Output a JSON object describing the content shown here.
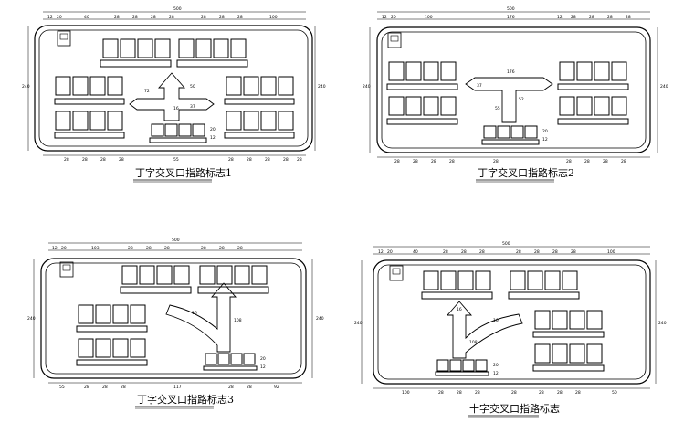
{
  "panels": [
    {
      "caption": "丁字交叉口指路标志1",
      "top_total": "500",
      "top_dims": [
        "12",
        "20",
        "40",
        "28",
        "28",
        "28",
        "28",
        "28",
        "28",
        "28",
        "100"
      ],
      "bottom_dims": [
        "28",
        "28",
        "28",
        "28",
        "55",
        "28",
        "28",
        "28",
        "28",
        "28"
      ],
      "side_total": "240",
      "inner_dims": [
        "72",
        "50",
        "37",
        "16",
        "20",
        "12"
      ]
    },
    {
      "caption": "丁字交叉口指路标志2",
      "top_total": "500",
      "top_dims": [
        "12",
        "20",
        "100",
        "176",
        "12",
        "28",
        "28",
        "28",
        "28"
      ],
      "bottom_dims": [
        "28",
        "28",
        "28",
        "28",
        "28",
        "28",
        "28",
        "28",
        "28"
      ],
      "side_total": "240",
      "inner_dims": [
        "176",
        "37",
        "52",
        "55",
        "20",
        "12"
      ]
    },
    {
      "caption": "丁字交叉口指路标志3",
      "top_total": "500",
      "top_dims": [
        "12",
        "20",
        "103",
        "28",
        "28",
        "28",
        "28",
        "28",
        "28"
      ],
      "bottom_dims": [
        "55",
        "28",
        "28",
        "28",
        "117",
        "28",
        "28",
        "92"
      ],
      "side_total": "240",
      "inner_dims": [
        "16",
        "108",
        "20",
        "12"
      ]
    },
    {
      "caption": "十字交叉口指路标志",
      "top_total": "500",
      "top_dims": [
        "12",
        "20",
        "40",
        "28",
        "28",
        "28",
        "28",
        "28",
        "28",
        "28",
        "100"
      ],
      "bottom_dims": [
        "100",
        "28",
        "28",
        "28",
        "28",
        "28",
        "28",
        "28",
        "50"
      ],
      "side_total": "240",
      "inner_dims": [
        "16",
        "16",
        "108",
        "20",
        "12"
      ]
    }
  ]
}
